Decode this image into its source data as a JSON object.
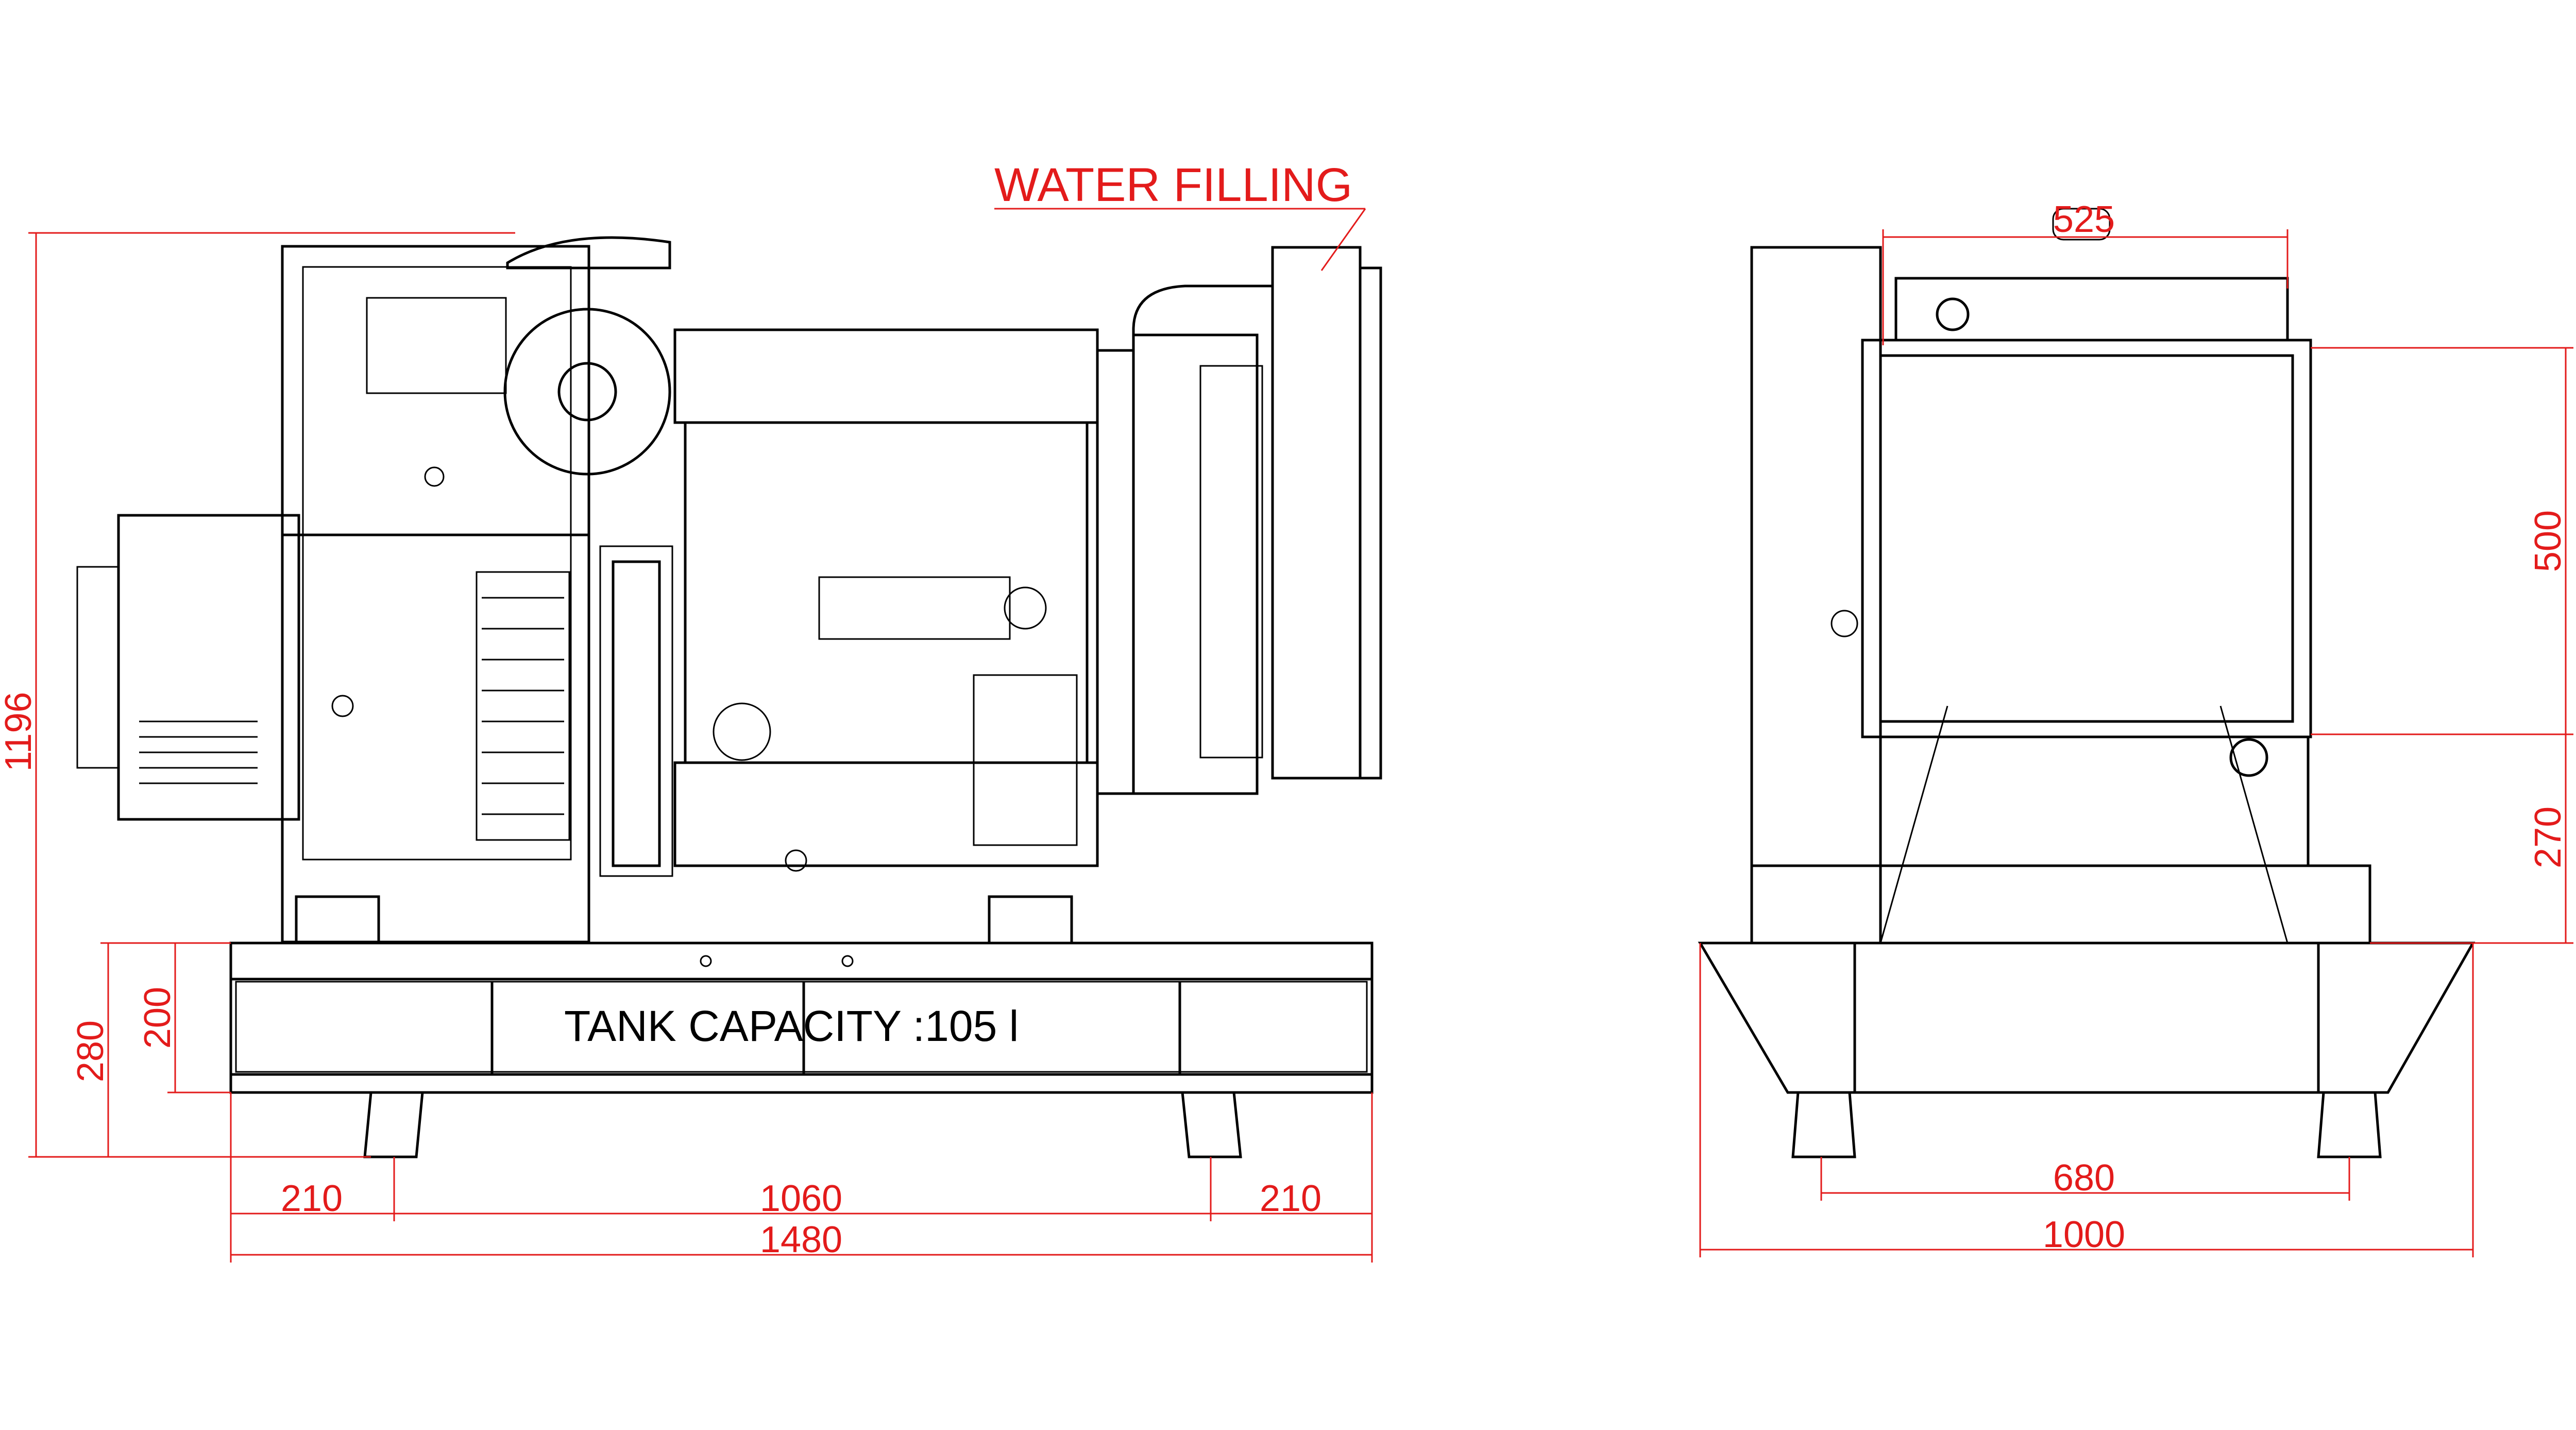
{
  "labels": {
    "water_filling": "WATER FILLING",
    "tank_capacity": "TANK CAPACITY :105 l"
  },
  "dimensions": {
    "overall_height": "1196",
    "frame_height": "280",
    "tank_height": "200",
    "left_leg_offset": "210",
    "leg_span": "1060",
    "right_leg_offset": "210",
    "overall_length": "1480",
    "radiator_width": "525",
    "radiator_height": "500",
    "radiator_elevation": "270",
    "side_leg_span": "680",
    "overall_width": "1000"
  },
  "colors": {
    "dimension": "#e31b1b",
    "outline": "#000000"
  }
}
